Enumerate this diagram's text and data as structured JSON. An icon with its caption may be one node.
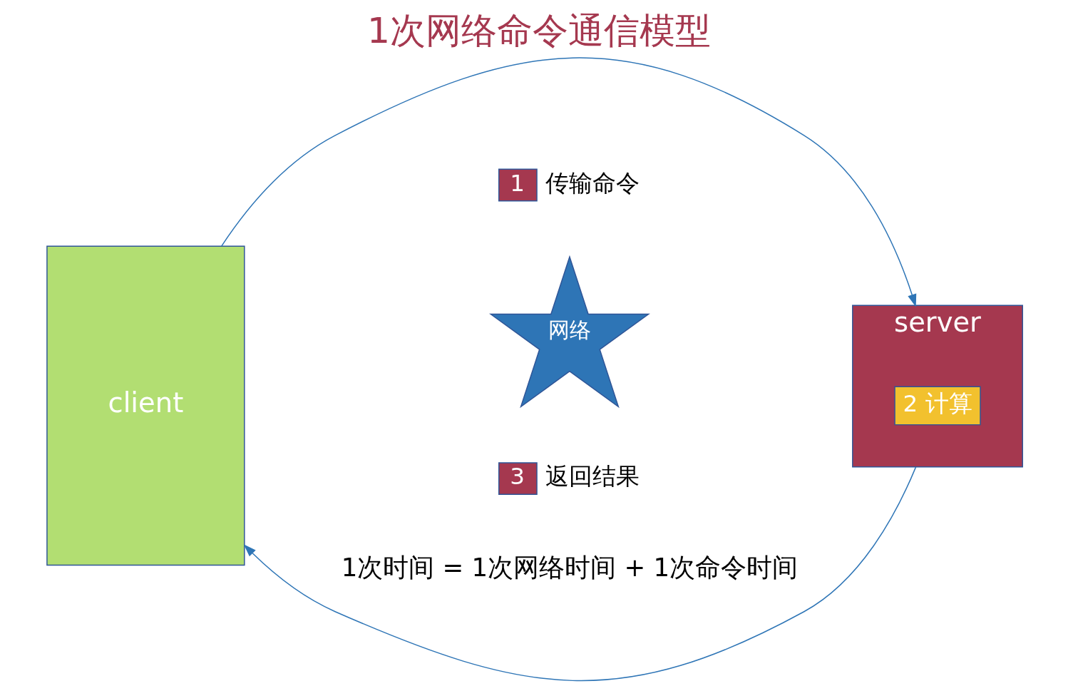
{
  "diagram": {
    "title": "1次网络命令通信模型",
    "caption": "1次时间 = 1次网络时间 + 1次命令时间",
    "nodes": [
      {
        "text": [
          "client"
        ]
      },
      {
        "text": [
          "server"
        ]
      },
      {
        "text": [
          "2 计算"
        ],
        "in": 1
      },
      {
        "text": [
          "网络"
        ]
      },
      {
        "text": [
          "1"
        ],
        "beside": [
          "传输命令"
        ]
      },
      {
        "text": [
          "3"
        ],
        "beside": [
          "返回结果"
        ]
      }
    ],
    "edges": [
      {
        "from": 0,
        "to": 1,
        "arrow": "to"
      },
      {
        "from": 1,
        "to": 0,
        "arrow": "to"
      }
    ]
  }
}
